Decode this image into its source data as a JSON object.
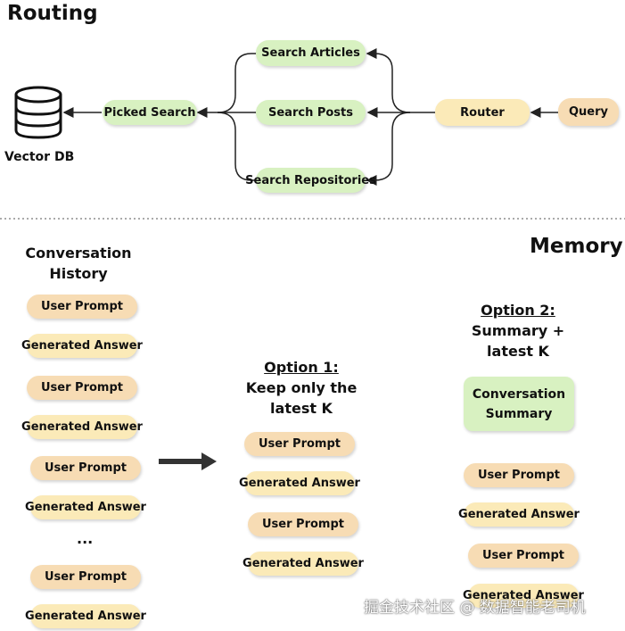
{
  "routing": {
    "title": "Routing",
    "vector_db_label": "Vector DB",
    "picked_search": "Picked Search",
    "search_articles": "Search Articles",
    "search_posts": "Search Posts",
    "search_repositories": "Search Repositories",
    "router": "Router",
    "query": "Query"
  },
  "memory": {
    "title": "Memory",
    "history_title_line1": "Conversation",
    "history_title_line2": "History",
    "history_items": [
      "User Prompt",
      "Generated Answer",
      "User Prompt",
      "Generated Answer",
      "User Prompt",
      "Generated Answer",
      "User Prompt",
      "Generated Answer"
    ],
    "ellipsis": "...",
    "option1": {
      "heading": "Option 1:",
      "line1": "Keep only the",
      "line2": "latest K",
      "items": [
        "User Prompt",
        "Generated Answer",
        "User Prompt",
        "Generated Answer"
      ]
    },
    "option2": {
      "heading": "Option 2:",
      "line1": "Summary +",
      "line2": "latest K",
      "summary_line1": "Conversation",
      "summary_line2": "Summary",
      "items": [
        "User Prompt",
        "Generated Answer",
        "User Prompt",
        "Generated Answer"
      ]
    }
  },
  "watermark": "掘金技术社区 @ 数据智能老司机",
  "colors": {
    "green": "#d8f1c1",
    "orange": "#f7dcb4",
    "yellow": "#fbeab8"
  }
}
